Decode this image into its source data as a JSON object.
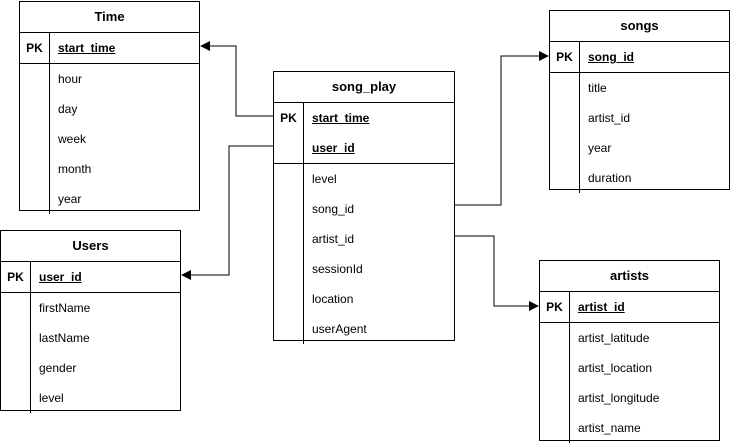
{
  "tables": {
    "time": {
      "title": "Time",
      "pk_label": "PK",
      "pk_field": "start_time",
      "fields": [
        "hour",
        "day",
        "week",
        "month",
        "year"
      ]
    },
    "song_play": {
      "title": "song_play",
      "pk_label": "PK",
      "pk_fields": [
        "start_time",
        "user_id"
      ],
      "fields": [
        "level",
        "song_id",
        "artist_id",
        "sessionId",
        "location",
        "userAgent"
      ]
    },
    "songs": {
      "title": "songs",
      "pk_label": "PK",
      "pk_field": "song_id",
      "fields": [
        "title",
        "artist_id",
        "year",
        "duration"
      ]
    },
    "users": {
      "title": "Users",
      "pk_label": "PK",
      "pk_field": "user_id",
      "fields": [
        "firstName",
        "lastName",
        "gender",
        "level"
      ]
    },
    "artists": {
      "title": "artists",
      "pk_label": "PK",
      "pk_field": "artist_id",
      "fields": [
        "artist_latitude",
        "artist_location",
        "artist_longitude",
        "artist_name"
      ]
    }
  },
  "relationships": [
    {
      "from": "song_play.start_time",
      "to": "time.start_time"
    },
    {
      "from": "song_play.user_id",
      "to": "users.user_id"
    },
    {
      "from": "song_play.song_id",
      "to": "songs.song_id"
    },
    {
      "from": "song_play.artist_id",
      "to": "artists.artist_id"
    }
  ],
  "colors": {
    "line": "#000000",
    "background": "#ffffff"
  }
}
